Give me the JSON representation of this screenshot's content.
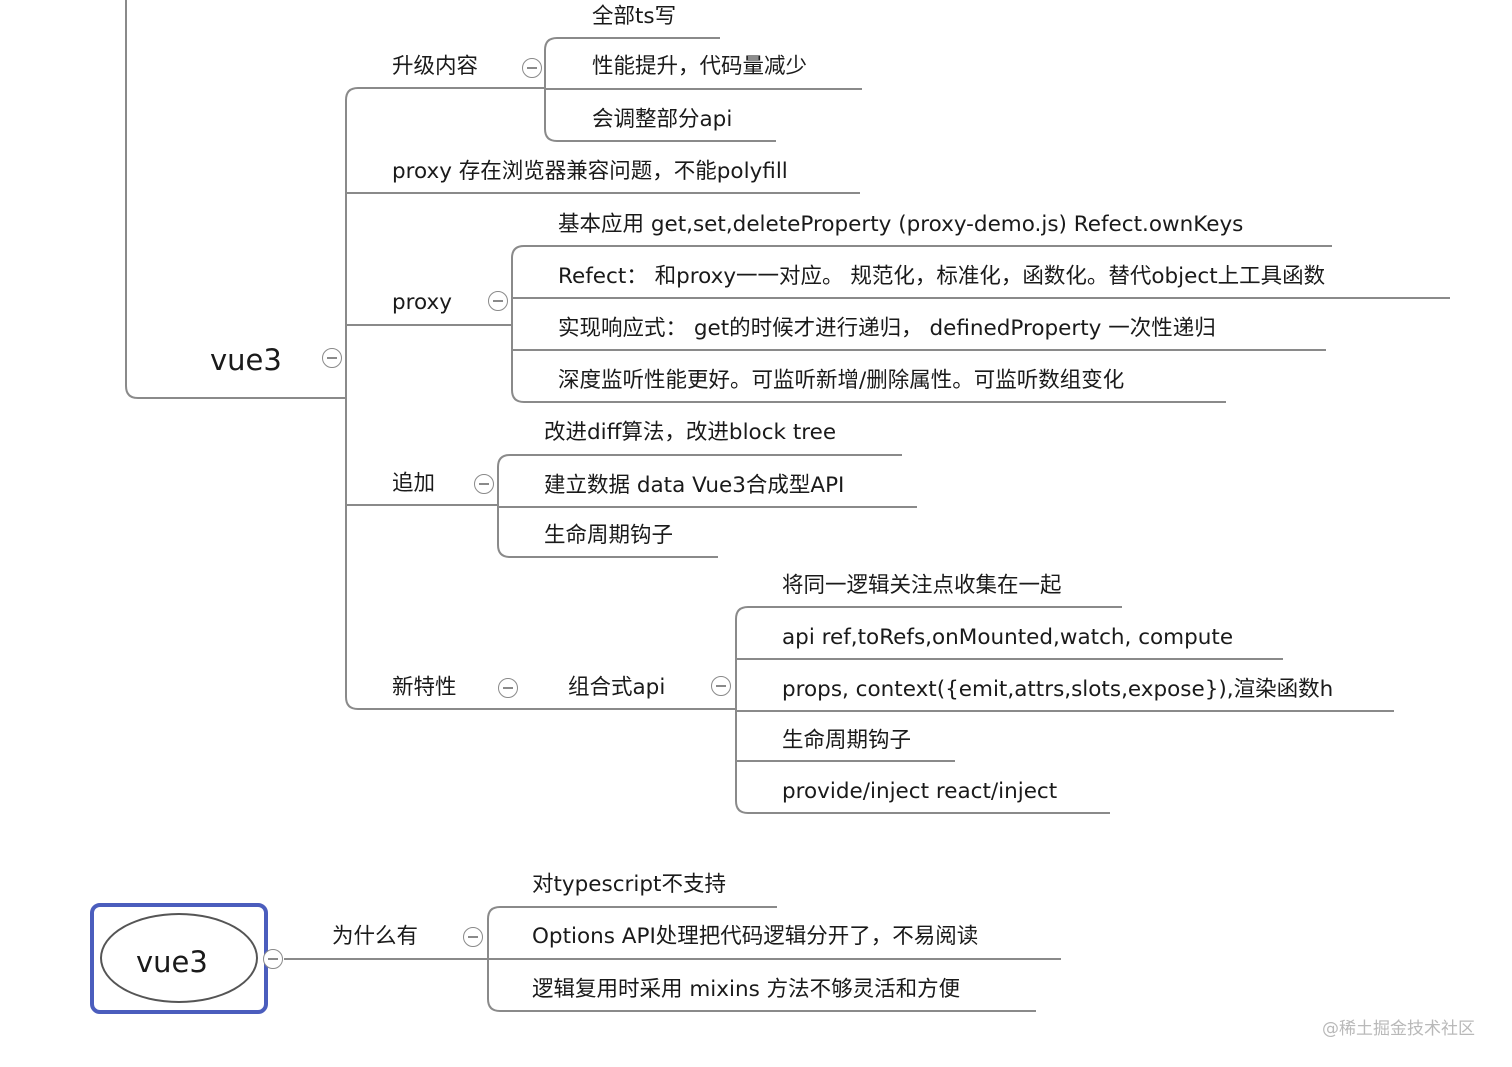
{
  "diagram": {
    "vue3": {
      "label": "vue3",
      "groups": {
        "upgrade": {
          "label": "升级内容",
          "items": [
            "全部ts写",
            "性能提升，代码量减少",
            "会调整部分api"
          ]
        },
        "proxy_note": "proxy 存在浏览器兼容问题，不能polyfill",
        "proxy": {
          "label": "proxy",
          "items": [
            "基本应用 get,set,deleteProperty (proxy-demo.js) Refect.ownKeys",
            "Refect：  和proxy一一对应。 规范化，标准化，函数化。替代object上工具函数",
            "实现响应式：  get的时候才进行递归，  definedProperty 一次性递归",
            "深度监听性能更好。可监听新增/删除属性。可监听数组变化"
          ]
        },
        "append": {
          "label": "追加",
          "items": [
            "改进diff算法，改进block tree",
            "建立数据 data  Vue3合成型API",
            "生命周期钩子"
          ]
        },
        "features": {
          "label": "新特性",
          "composition": {
            "label": "组合式api",
            "items": [
              "将同一逻辑关注点收集在一起",
              "api ref,toRefs,onMounted,watch, compute",
              "props, context({emit,attrs,slots,expose}),渲染函数h",
              "生命周期钩子",
              "provide/inject  react/inject"
            ]
          }
        }
      }
    },
    "root": {
      "label": "vue3",
      "why": {
        "label": "为什么有",
        "items": [
          "对typescript不支持",
          "Options API处理把代码逻辑分开了，不易阅读",
          "逻辑复用时采用 mixins 方法不够灵活和方便"
        ]
      }
    }
  },
  "watermark": "@稀土掘金技术社区",
  "colors": {
    "line": "#8a8a8a",
    "root_frame": "#4b5dbd",
    "text": "#1a1a1a"
  }
}
